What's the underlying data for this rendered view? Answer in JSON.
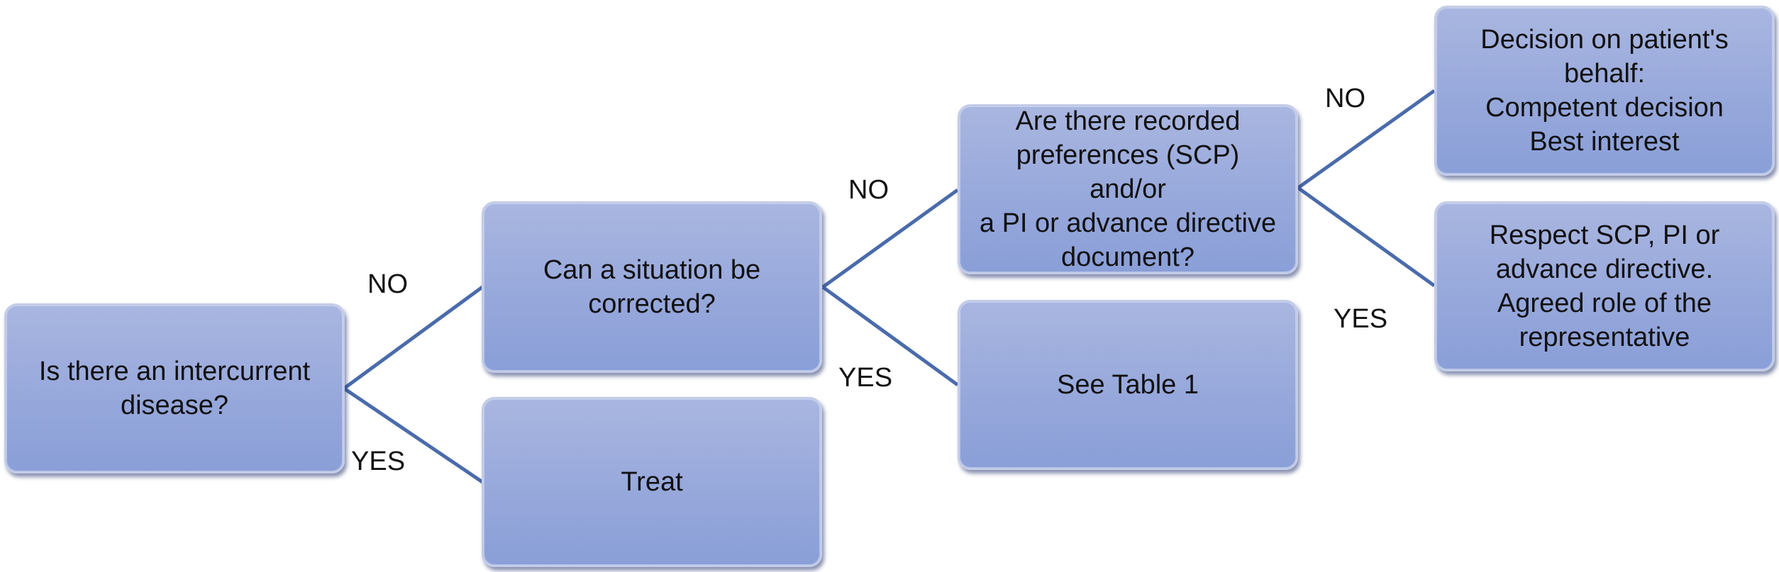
{
  "nodes": {
    "intercurrent": "Is there an intercurrent\ndisease?",
    "corrected": "Can a situation be\ncorrected?",
    "treat": "Treat",
    "recorded": "Are there recorded\npreferences (SCP) and/or\na PI or advance directive\ndocument?",
    "table1": "See Table 1",
    "behalf": "Decision on patient's\nbehalf:\nCompetent decision\nBest interest",
    "respect": "Respect SCP, PI or\nadvance directive.\nAgreed role of the\nrepresentative"
  },
  "edges": {
    "intercurrent_no": "NO",
    "intercurrent_yes": "YES",
    "corrected_no": "NO",
    "corrected_yes": "YES",
    "recorded_no": "NO",
    "recorded_yes": "YES"
  },
  "colors": {
    "connector": "#4a6bab",
    "box_fill_top": "#a9b6e0",
    "box_fill_bottom": "#8a9fd8"
  }
}
